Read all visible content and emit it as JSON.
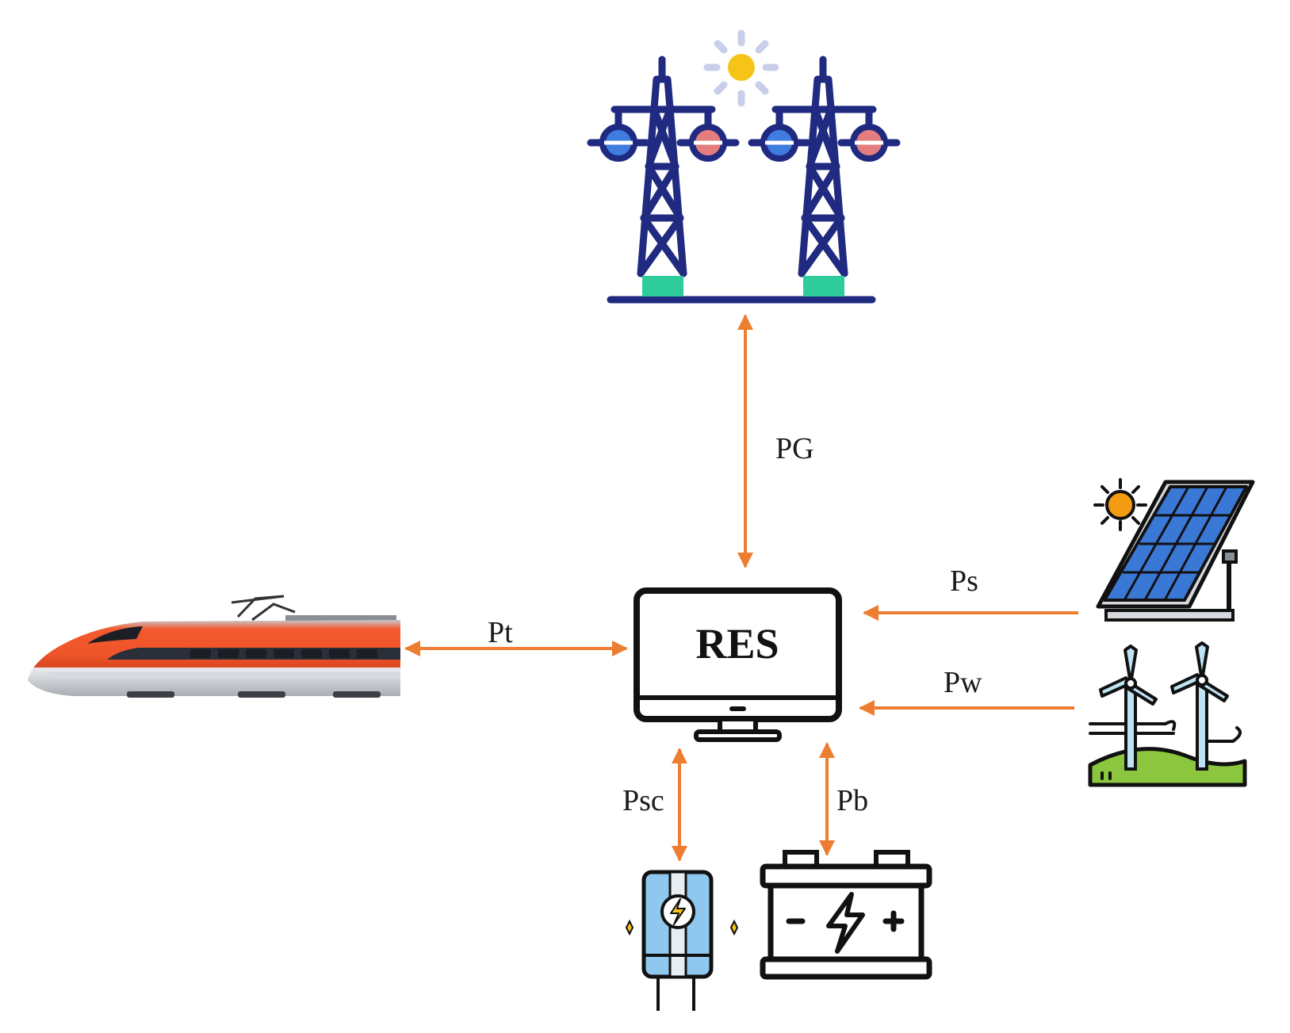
{
  "central_node": {
    "label": "RES",
    "icon": "computer-monitor-icon"
  },
  "flows": {
    "grid": "PG",
    "train": "Pt",
    "solar": "Ps",
    "wind": "Pw",
    "supercapacitor": "Psc",
    "battery": "Pb"
  },
  "icons": {
    "grid": "power-transmission-towers-icon",
    "sun": "sun-icon",
    "train": "high-speed-train-icon",
    "solar": "solar-panel-icon",
    "wind": "wind-turbine-icon",
    "supercapacitor": "supercapacitor-icon",
    "battery": "battery-icon"
  },
  "colors": {
    "arrow": "#ED7D31",
    "tower": "#1F2A80",
    "tower_base": "#2ECC9A",
    "insulator_blue": "#3F7CE0",
    "insulator_red": "#E47D7D",
    "sun": "#F6C419",
    "sun_rays": "#C9CFEA",
    "train_orange": "#F0542A",
    "solar_panel": "#3A78D6",
    "grass": "#8CC63F",
    "capacitor": "#8FC7EF",
    "outline": "#111111"
  }
}
